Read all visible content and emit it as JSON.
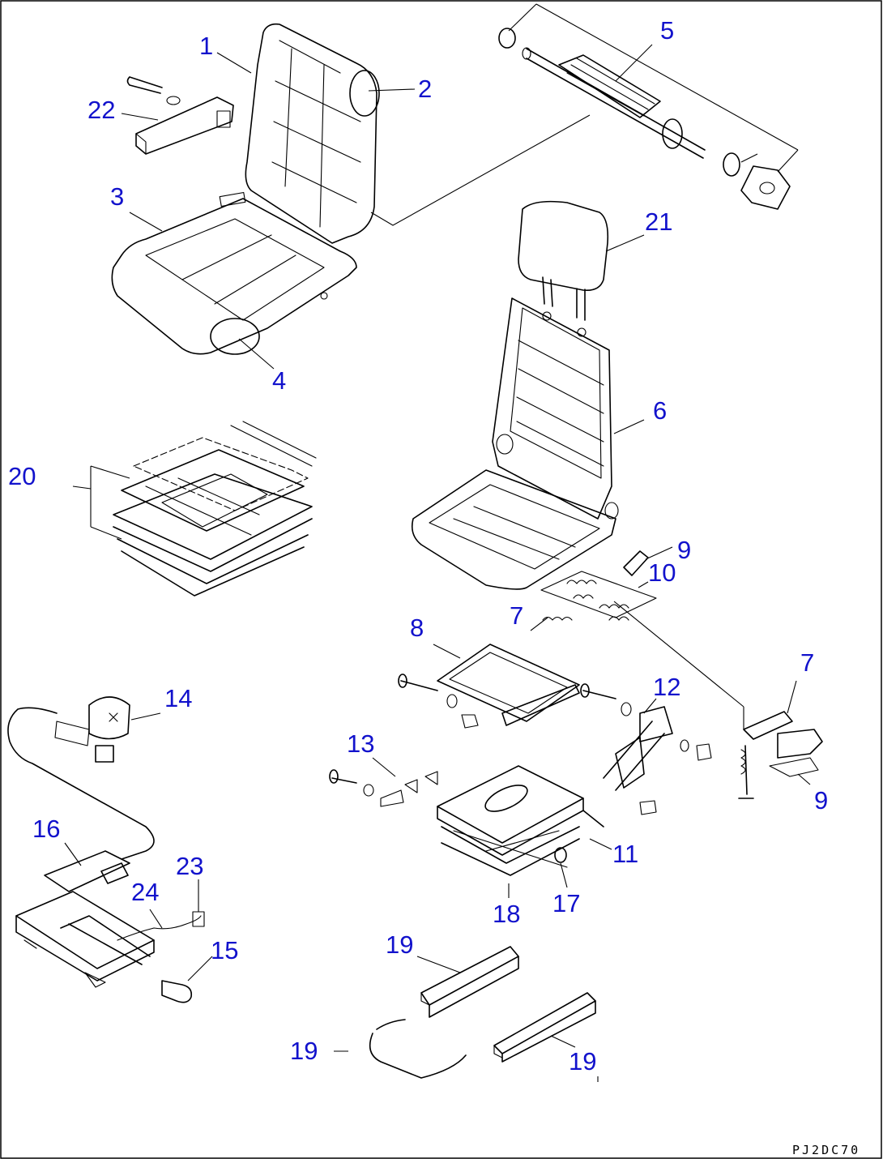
{
  "drawing": {
    "code": "PJ2DC70",
    "callouts": {
      "c1": "1",
      "c2": "2",
      "c3": "3",
      "c4": "4",
      "c5": "5",
      "c6": "6",
      "c7a": "7",
      "c7b": "7",
      "c8": "8",
      "c9a": "9",
      "c9b": "9",
      "c10": "10",
      "c11": "11",
      "c12": "12",
      "c13": "13",
      "c14": "14",
      "c15": "15",
      "c16": "16",
      "c17": "17",
      "c18": "18",
      "c19a": "19",
      "c19b": "19",
      "c19c": "19",
      "c20": "20",
      "c21": "21",
      "c22": "22",
      "c23": "23",
      "c24": "24"
    },
    "colors": {
      "callout": "#1212cc",
      "line": "#000000",
      "background": "#ffffff"
    }
  }
}
